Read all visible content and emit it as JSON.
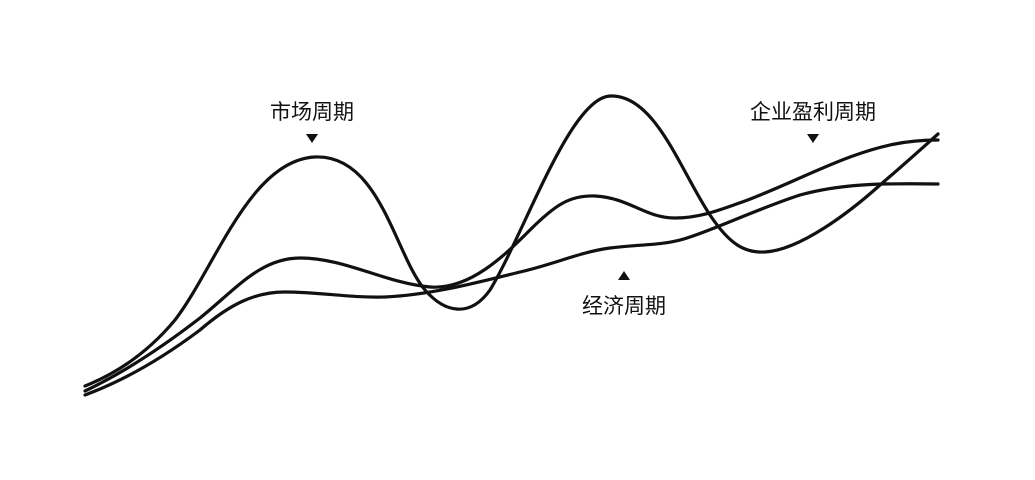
{
  "labels": {
    "market_cycle": "市场周期",
    "corporate_profit_cycle": "企业盈利周期",
    "economic_cycle": "经济周期"
  },
  "colors": {
    "line": "#111111",
    "background": "#ffffff"
  }
}
